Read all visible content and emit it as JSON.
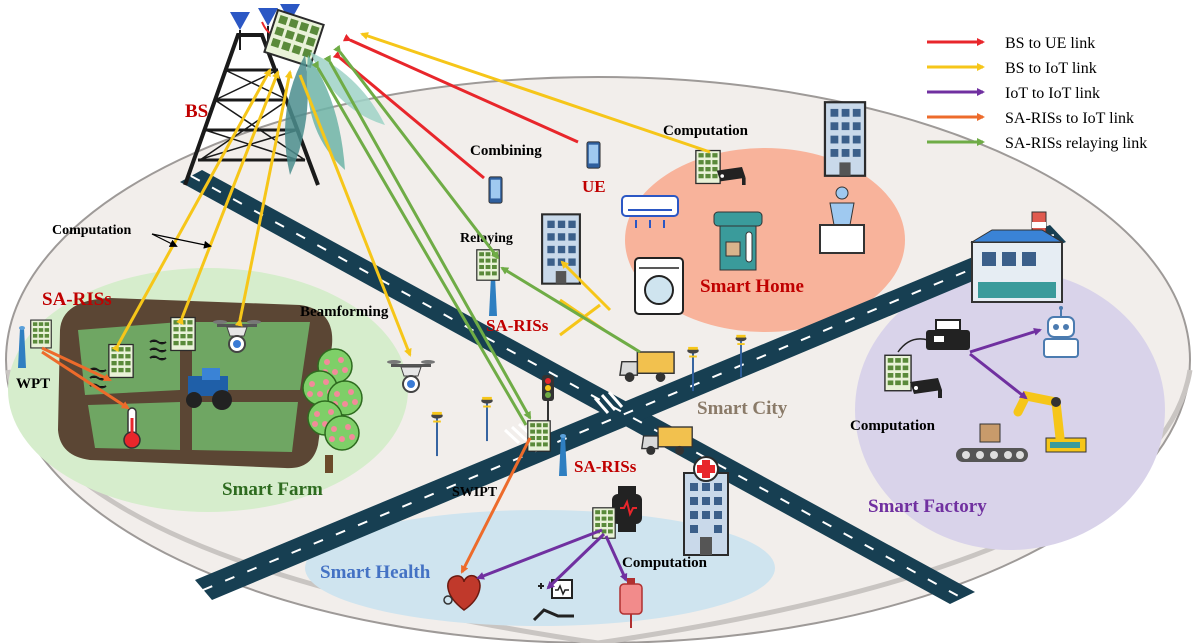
{
  "legend": {
    "items": [
      {
        "label": "BS to UE link",
        "color": "#e8262b"
      },
      {
        "label": "BS to IoT link",
        "color": "#f6c619"
      },
      {
        "label": "IoT to IoT link",
        "color": "#7030a0"
      },
      {
        "label": "SA-RISs to IoT link",
        "color": "#ed6b2b"
      },
      {
        "label": "SA-RISs relaying link",
        "color": "#6fac46"
      }
    ]
  },
  "labels": {
    "bs": "BS",
    "ue": "UE",
    "combining": "Combining",
    "computation_home": "Computation",
    "computation_left": "Computation",
    "computation_factory": "Computation",
    "computation_health": "Computation",
    "relaying": "Relaying",
    "sa_ris_left": "SA-RISs",
    "sa_ris_mid": "SA-RISs",
    "sa_ris_bottom": "SA-RISs",
    "wpt": "WPT",
    "swipt": "SWIPT",
    "beamforming": "Beamforming"
  },
  "zones": {
    "smart_home": "Smart Home",
    "smart_farm": "Smart Farm",
    "smart_city": "Smart City",
    "smart_factory": "Smart Factory",
    "smart_health": "Smart Health"
  },
  "colors": {
    "ground": "#f2eeeb",
    "road": "#173f52",
    "home_zone": "#f8b39b",
    "farm_zone": "#d6edcc",
    "factory_zone": "#d9d3ea",
    "health_zone": "#cfe4ef",
    "label_red": "#c00000",
    "home_text": "#c00000",
    "farm_text": "#2e6b1f",
    "city_text": "#8a7a68",
    "factory_text": "#7030a0",
    "health_text": "#4472c4"
  },
  "icons": [
    "base-station-tower-icon",
    "antenna-icon",
    "ris-panel-icon",
    "smartphone-icon",
    "drone-icon",
    "tree-icon",
    "thermometer-icon",
    "tractor-icon",
    "building-icon",
    "hospital-icon",
    "factory-icon",
    "robot-icon",
    "robot-arm-icon",
    "truck-icon",
    "street-lamp-icon",
    "traffic-light-icon",
    "camera-icon",
    "air-conditioner-icon",
    "coffee-machine-icon",
    "washing-machine-icon",
    "heart-icon",
    "patient-monitor-icon",
    "iv-bag-icon",
    "smartwatch-icon",
    "printer-icon",
    "conveyor-icon"
  ]
}
